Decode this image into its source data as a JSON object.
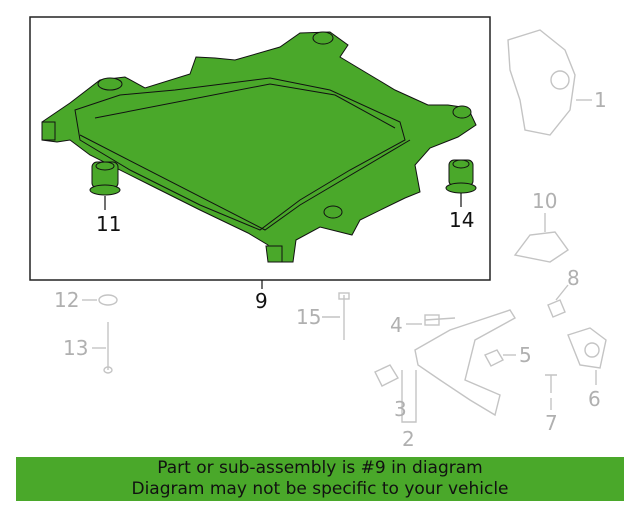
{
  "diagram": {
    "callouts": {
      "c1": "1",
      "c2": "2",
      "c3": "3",
      "c4": "4",
      "c5": "5",
      "c6": "6",
      "c7": "7",
      "c8": "8",
      "c9": "9",
      "c10": "10",
      "c11": "11",
      "c12": "12",
      "c13": "13",
      "c14": "14",
      "c15": "15"
    },
    "highlight_color": "#4aa82a"
  },
  "banner": {
    "line1": "Part or sub-assembly is #9 in diagram",
    "line2": "Diagram may not be specific to your vehicle"
  }
}
